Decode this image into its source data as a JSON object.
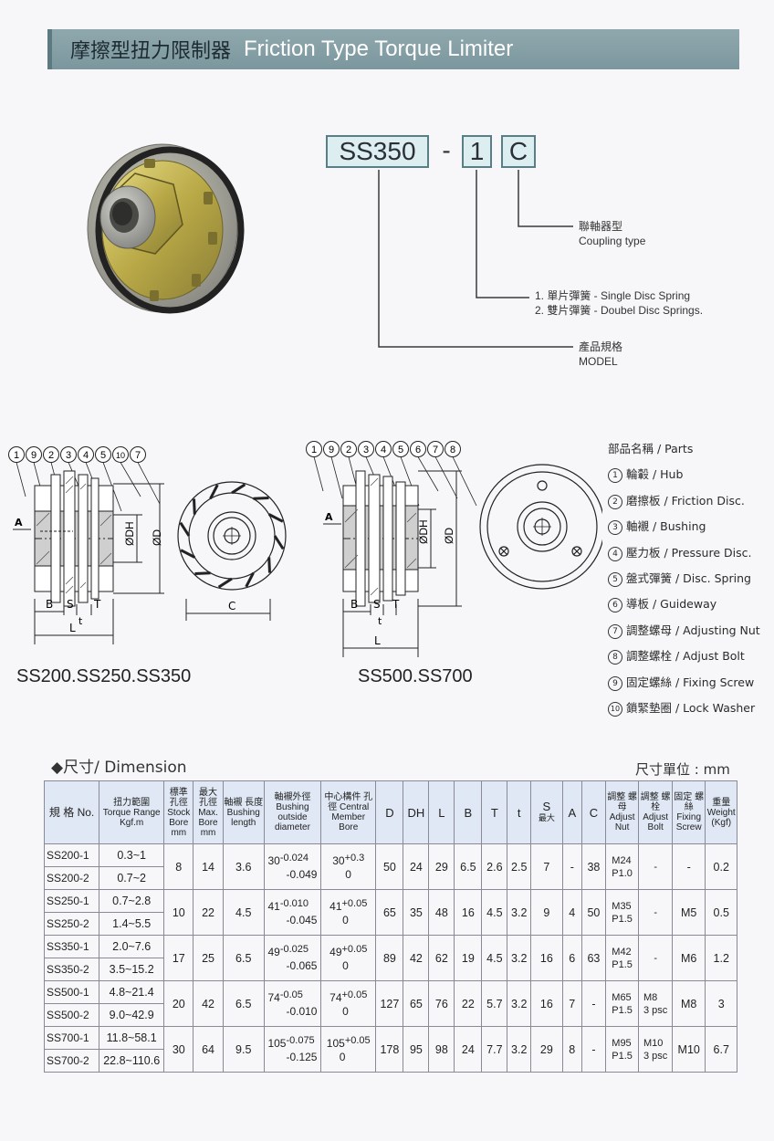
{
  "header": {
    "title_zh": "摩擦型扭力限制器",
    "title_en": "Friction Type Torque Limiter"
  },
  "model_code": {
    "segments": [
      "SS350",
      "-",
      "1",
      "C"
    ],
    "callouts": {
      "coupling_zh": "聯軸器型",
      "coupling_en": "Coupling type",
      "spring_1": "1. 單片彈簧 - Single Disc Spring",
      "spring_2": "2. 雙片彈簧 - Doubel Disc Springs.",
      "model_zh": "產品規格",
      "model_en": "MODEL"
    }
  },
  "drawings": {
    "left_caption": "SS200.SS250.SS350",
    "right_caption": "SS500.SS700",
    "left_numbers": [
      "1",
      "9",
      "2",
      "3",
      "4",
      "5",
      "10",
      "7"
    ],
    "right_numbers": [
      "1",
      "9",
      "2",
      "3",
      "4",
      "5",
      "6",
      "7",
      "8"
    ],
    "labels": {
      "a": "A",
      "dh": "ØDH",
      "d": "ØD",
      "b": "B",
      "s": "S",
      "t_big": "T",
      "t_small": "t",
      "l": "L",
      "c": "C"
    }
  },
  "parts": {
    "title": "部品名稱 / Parts",
    "items": [
      {
        "num": "1",
        "label": "輪轂 / Hub"
      },
      {
        "num": "2",
        "label": "磨擦板 / Friction Disc."
      },
      {
        "num": "3",
        "label": "軸襯 / Bushing"
      },
      {
        "num": "4",
        "label": "壓力板 / Pressure Disc."
      },
      {
        "num": "5",
        "label": "盤式彈簧 / Disc. Spring"
      },
      {
        "num": "6",
        "label": "導板 / Guideway"
      },
      {
        "num": "7",
        "label": "調整螺母 / Adjusting Nut"
      },
      {
        "num": "8",
        "label": "調整螺栓 / Adjust Bolt"
      },
      {
        "num": "9",
        "label": "固定螺絲 / Fixing Screw"
      },
      {
        "num": "10",
        "label": "鎖緊墊圈 / Lock Washer"
      }
    ]
  },
  "dimension": {
    "heading": "◆尺寸/ Dimension",
    "unit": "尺寸單位 : mm",
    "headers": {
      "no": "規 格 No.",
      "torque": "扭力範圍 Torque Range Kgf.m",
      "stock_bore": "標準 孔徑 Stock Bore mm",
      "max_bore": "最大 孔徑 Max. Bore mm",
      "bushing_length": "軸襯 長度 Bushing length",
      "bushing_od": "軸襯外徑 Bushing outside diameter",
      "central_bore": "中心構件 孔徑 Central Member Bore",
      "d": "D",
      "dh": "DH",
      "l": "L",
      "b": "B",
      "t_big": "T",
      "t_small": "t",
      "s": "S",
      "s_sub": "最大",
      "a": "A",
      "c": "C",
      "adjust_nut": "調整 螺母 Adjust Nut",
      "adjust_bolt": "調整 螺栓 Adjust Bolt",
      "fixing_screw": "固定 螺絲 Fixing Screw",
      "weight": "重量 Weight (Kgf)"
    },
    "groups": [
      {
        "rows": [
          {
            "no": "SS200-1",
            "torque": "0.3~1"
          },
          {
            "no": "SS200-2",
            "torque": "0.7~2"
          }
        ],
        "stock_bore": "8",
        "max_bore": "14",
        "bushing_length": "3.6",
        "od_base": "30",
        "od_upper": "-0.024",
        "od_lower": "-0.049",
        "cb_base": "30",
        "cb_upper": "+0.3",
        "cb_lower": "0",
        "d": "50",
        "dh": "24",
        "l": "29",
        "b": "6.5",
        "t_big": "2.6",
        "t_small": "2.5",
        "s": "7",
        "a": "-",
        "c": "38",
        "nut_1": "M24",
        "nut_2": "P1.0",
        "bolt_1": "-",
        "bolt_2": "",
        "screw": "-",
        "weight": "0.2"
      },
      {
        "rows": [
          {
            "no": "SS250-1",
            "torque": "0.7~2.8"
          },
          {
            "no": "SS250-2",
            "torque": "1.4~5.5"
          }
        ],
        "stock_bore": "10",
        "max_bore": "22",
        "bushing_length": "4.5",
        "od_base": "41",
        "od_upper": "-0.010",
        "od_lower": "-0.045",
        "cb_base": "41",
        "cb_upper": "+0.05",
        "cb_lower": "0",
        "d": "65",
        "dh": "35",
        "l": "48",
        "b": "16",
        "t_big": "4.5",
        "t_small": "3.2",
        "s": "9",
        "a": "4",
        "c": "50",
        "nut_1": "M35",
        "nut_2": "P1.5",
        "bolt_1": "-",
        "bolt_2": "",
        "screw": "M5",
        "weight": "0.5"
      },
      {
        "rows": [
          {
            "no": "SS350-1",
            "torque": "2.0~7.6"
          },
          {
            "no": "SS350-2",
            "torque": "3.5~15.2"
          }
        ],
        "stock_bore": "17",
        "max_bore": "25",
        "bushing_length": "6.5",
        "od_base": "49",
        "od_upper": "-0.025",
        "od_lower": "-0.065",
        "cb_base": "49",
        "cb_upper": "+0.05",
        "cb_lower": "0",
        "d": "89",
        "dh": "42",
        "l": "62",
        "b": "19",
        "t_big": "4.5",
        "t_small": "3.2",
        "s": "16",
        "a": "6",
        "c": "63",
        "nut_1": "M42",
        "nut_2": "P1.5",
        "bolt_1": "-",
        "bolt_2": "",
        "screw": "M6",
        "weight": "1.2"
      },
      {
        "rows": [
          {
            "no": "SS500-1",
            "torque": "4.8~21.4"
          },
          {
            "no": "SS500-2",
            "torque": "9.0~42.9"
          }
        ],
        "stock_bore": "20",
        "max_bore": "42",
        "bushing_length": "6.5",
        "od_base": "74",
        "od_upper": "-0.05",
        "od_lower": "-0.010",
        "cb_base": "74",
        "cb_upper": "+0.05",
        "cb_lower": "0",
        "d": "127",
        "dh": "65",
        "l": "76",
        "b": "22",
        "t_big": "5.7",
        "t_small": "3.2",
        "s": "16",
        "a": "7",
        "c": "-",
        "nut_1": "M65",
        "nut_2": "P1.5",
        "bolt_1": "M8",
        "bolt_2": "3 psc",
        "screw": "M8",
        "weight": "3"
      },
      {
        "rows": [
          {
            "no": "SS700-1",
            "torque": "11.8~58.1"
          },
          {
            "no": "SS700-2",
            "torque": "22.8~110.6"
          }
        ],
        "stock_bore": "30",
        "max_bore": "64",
        "bushing_length": "9.5",
        "od_base": "105",
        "od_upper": "-0.075",
        "od_lower": "-0.125",
        "cb_base": "105",
        "cb_upper": "+0.05",
        "cb_lower": "0",
        "d": "178",
        "dh": "95",
        "l": "98",
        "b": "24",
        "t_big": "7.7",
        "t_small": "3.2",
        "s": "29",
        "a": "8",
        "c": "-",
        "nut_1": "M95",
        "nut_2": "P1.5",
        "bolt_1": "M10",
        "bolt_2": "3 psc",
        "screw": "M10",
        "weight": "6.7"
      }
    ]
  }
}
